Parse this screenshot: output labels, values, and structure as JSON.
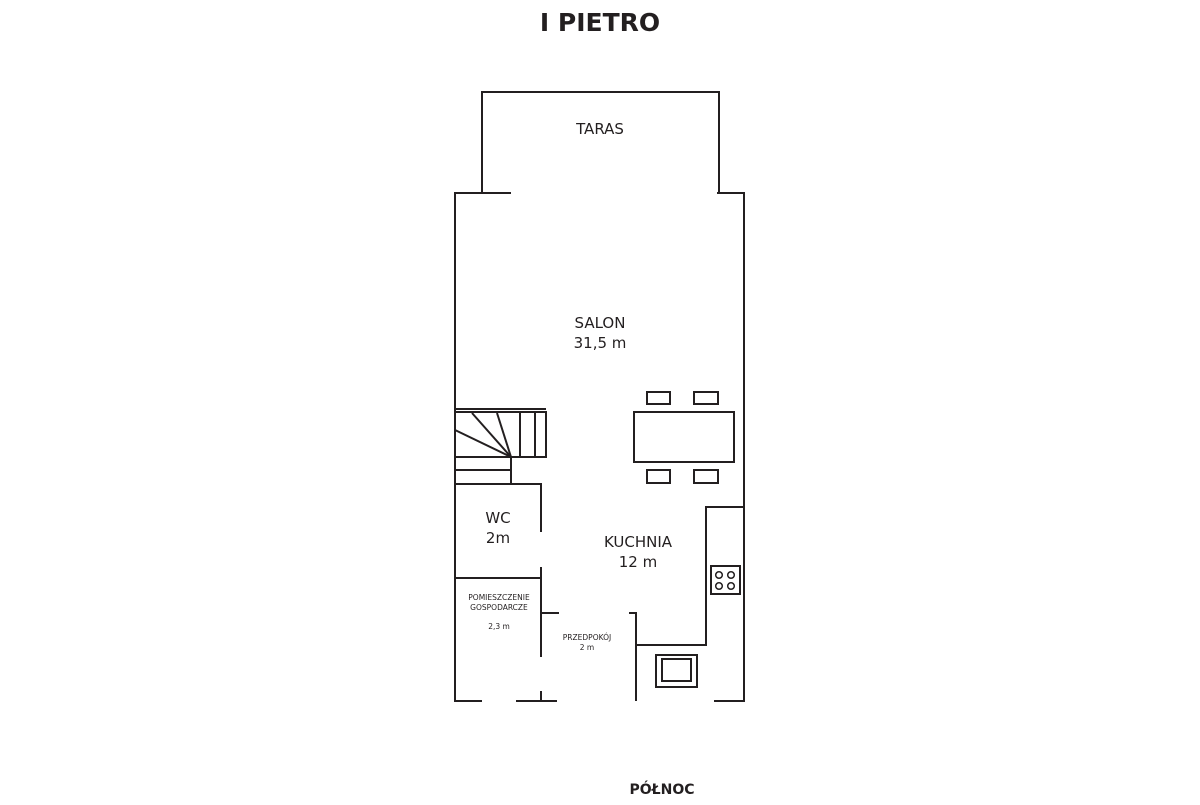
{
  "title": "I PIETRO",
  "north_label": "PÓŁNOC",
  "rooms": {
    "taras": {
      "name": "TARAS"
    },
    "salon": {
      "name": "SALON",
      "area": "31,5 m"
    },
    "wc": {
      "name": "WC",
      "area": "2m"
    },
    "kuchnia": {
      "name": "KUCHNIA",
      "area": "12 m"
    },
    "gospodarcze": {
      "name1": "POMIESZCZENIE",
      "name2": "GOSPODARCZE",
      "area": "2,3 m"
    },
    "przedpokoj": {
      "name": "PRZEDPOKÓJ",
      "area": "2 m"
    }
  },
  "colors": {
    "line": "#231f20"
  }
}
